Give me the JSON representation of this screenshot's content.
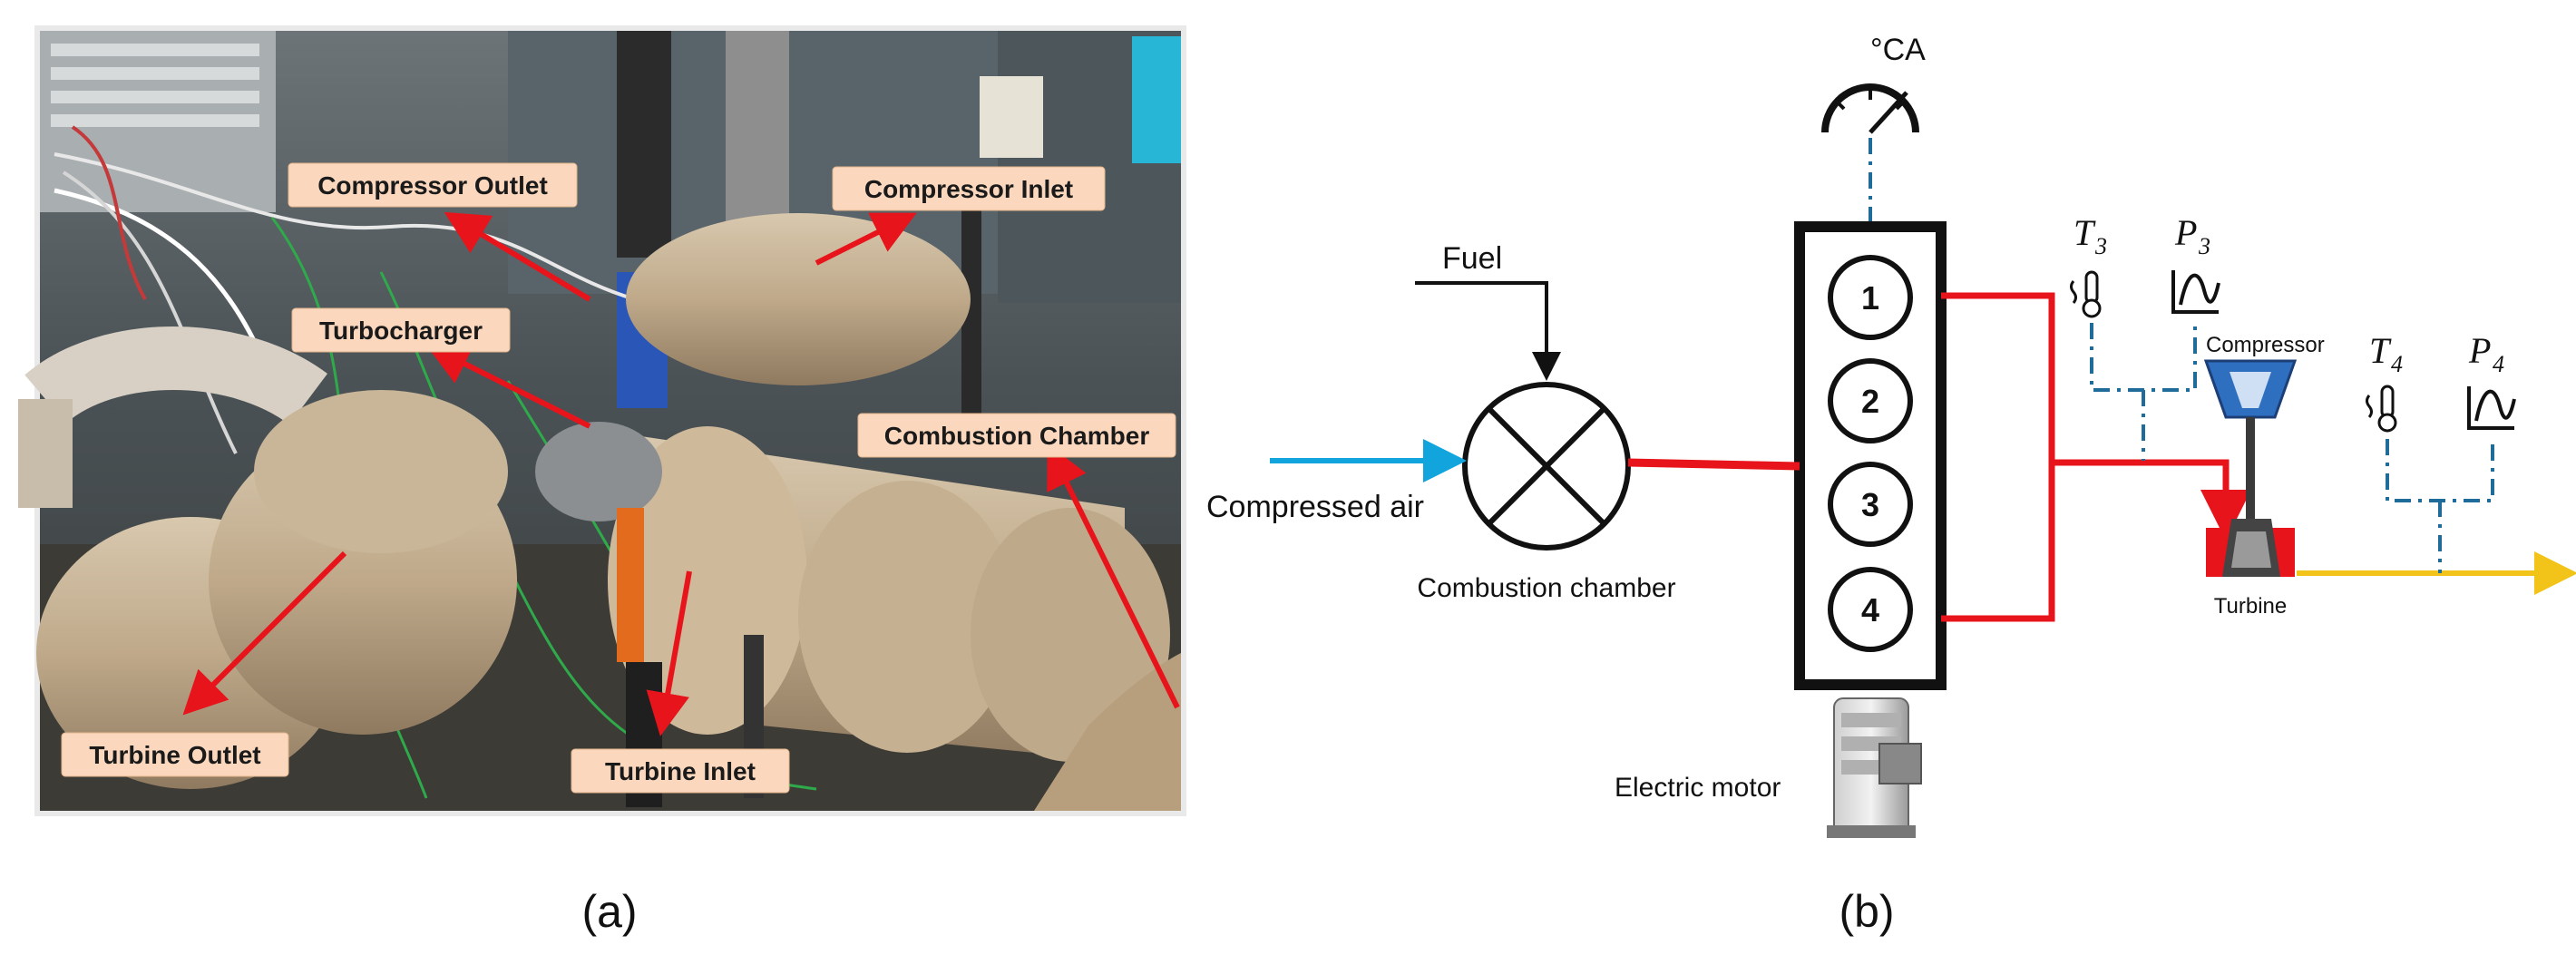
{
  "photo": {
    "labels": {
      "compressor_outlet": "Compressor Outlet",
      "compressor_inlet": "Compressor Inlet",
      "turbocharger": "Turbocharger",
      "combustion_chamber": "Combustion Chamber",
      "turbine_outlet": "Turbine Outlet",
      "turbine_inlet": "Turbine Inlet"
    },
    "caption": "(a)"
  },
  "schematic": {
    "crank_angle_label": "°CA",
    "fuel_label": "Fuel",
    "compressed_air_label": "Compressed air",
    "combustion_chamber_label": "Combustion chamber",
    "electric_motor_label": "Electric motor",
    "cylinders": [
      "1",
      "2",
      "3",
      "4"
    ],
    "compressor_label": "Compressor",
    "turbine_label": "Turbine",
    "sensors": {
      "t3": {
        "sym": "T",
        "sub": "3"
      },
      "p3": {
        "sym": "P",
        "sub": "3"
      },
      "t4": {
        "sym": "T",
        "sub": "4"
      },
      "p4": {
        "sym": "P",
        "sub": "4"
      }
    },
    "colors": {
      "exhaust": "#e8141b",
      "air": "#12a4dc",
      "outlet": "#f2c318",
      "sensor_line": "#1f6b9a",
      "compressor": "#2f6fc0",
      "turbine": "#e8141b"
    },
    "caption": "(b)"
  }
}
